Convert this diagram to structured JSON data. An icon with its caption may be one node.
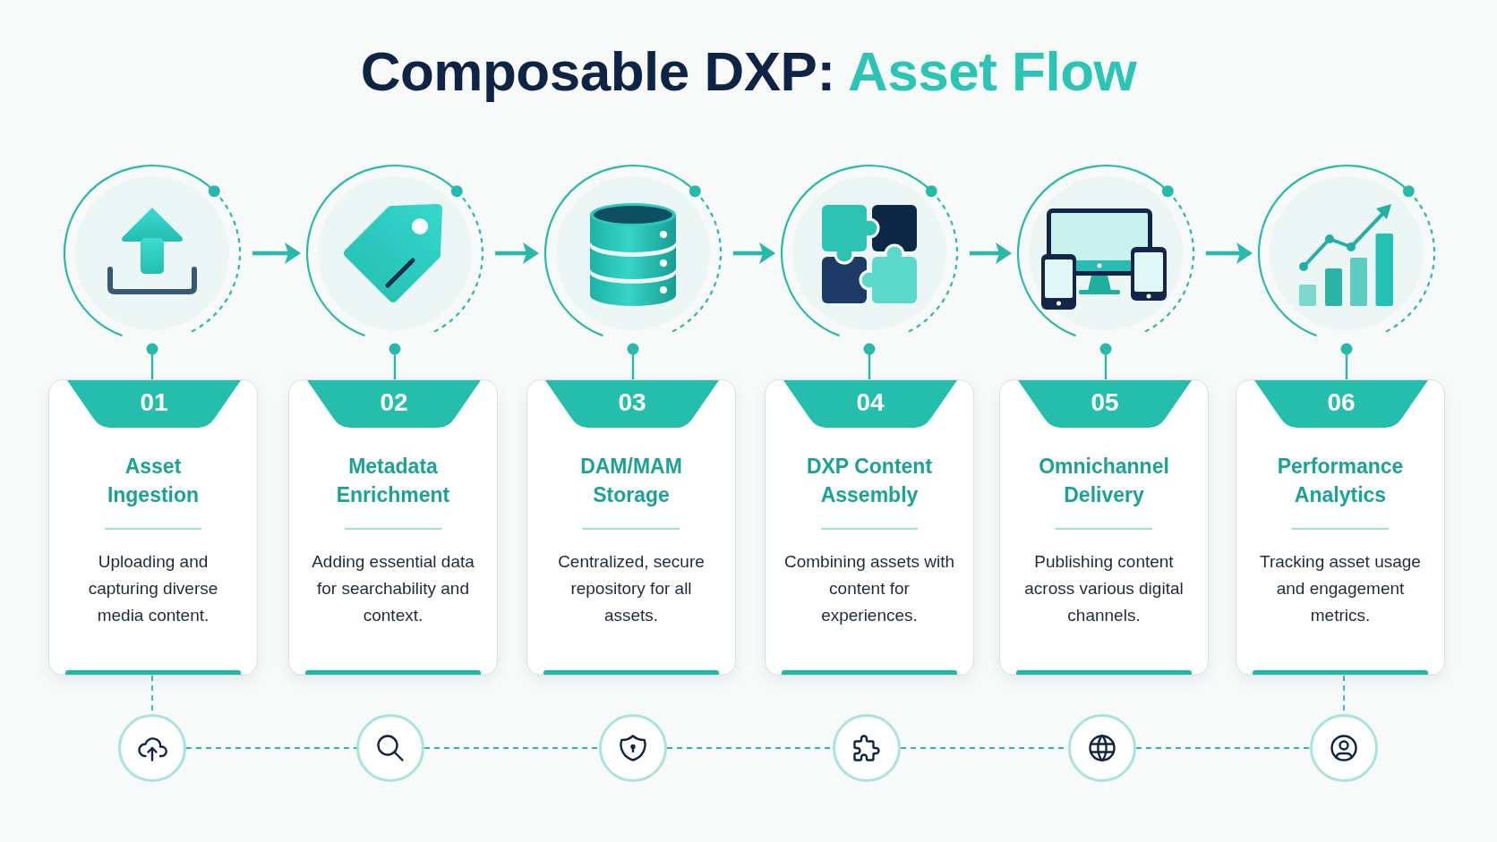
{
  "diagram": {
    "title": "Composable DXP: *Asset Flow*",
    "nodes": [
      {
        "text": [],
        "shape": "circle"
      },
      {
        "text": [],
        "shape": "circle"
      },
      {
        "text": [],
        "shape": "circle"
      },
      {
        "text": [],
        "shape": "circle"
      },
      {
        "text": [],
        "shape": "circle"
      },
      {
        "text": [],
        "shape": "circle"
      },
      {
        "text": [
          "Asset Ingestion",
          "Uploading and capturing diverse media content."
        ]
      },
      {
        "text": [
          "01"
        ],
        "in": 6
      },
      {
        "text": [
          "Metadata Enrichment",
          "Adding essential data for searchability and context."
        ]
      },
      {
        "text": [
          "02"
        ],
        "in": 8
      },
      {
        "text": [
          "DAM/MAM Storage",
          "Centralized, secure repository for all assets."
        ]
      },
      {
        "text": [
          "03"
        ],
        "in": 10
      },
      {
        "text": [
          "DXP Content Assembly",
          "Combining assets with content for experiences."
        ]
      },
      {
        "text": [
          "04"
        ],
        "in": 12
      },
      {
        "text": [
          "Omnichannel Delivery",
          "Publishing content across various digital channels."
        ]
      },
      {
        "text": [
          "05"
        ],
        "in": 14
      },
      {
        "text": [
          "Performance Analytics",
          "Tracking asset usage and engagement metrics."
        ]
      },
      {
        "text": [
          "06"
        ],
        "in": 16
      },
      {
        "text": [],
        "shape": "circle"
      },
      {
        "text": [],
        "shape": "circle"
      },
      {
        "text": [],
        "shape": "circle"
      },
      {
        "text": [],
        "shape": "circle"
      },
      {
        "text": [],
        "shape": "circle"
      },
      {
        "text": [],
        "shape": "circle"
      }
    ],
    "edges": [
      {
        "from": 0,
        "to": 1,
        "arrow": "to"
      },
      {
        "from": 1,
        "to": 2,
        "arrow": "to"
      },
      {
        "from": 2,
        "to": 3,
        "arrow": "to"
      },
      {
        "from": 3,
        "to": 4,
        "arrow": "to"
      },
      {
        "from": 4,
        "to": 5,
        "arrow": "to"
      },
      {
        "from": 0,
        "to": 6,
        "arrow": "other"
      },
      {
        "from": 1,
        "to": 8,
        "arrow": "other"
      },
      {
        "from": 2,
        "to": 10,
        "arrow": "other"
      },
      {
        "from": 3,
        "to": 12,
        "arrow": "other"
      },
      {
        "from": 4,
        "to": 14,
        "arrow": "other"
      },
      {
        "from": 5,
        "to": 16,
        "arrow": "other"
      },
      {
        "from": 6,
        "to": 18,
        "arrow": "none",
        "style": "dashed"
      },
      {
        "from": 18,
        "to": 19,
        "arrow": "none",
        "style": "dashed"
      },
      {
        "from": 19,
        "to": 20,
        "arrow": "none",
        "style": "dashed"
      },
      {
        "from": 20,
        "to": 21,
        "arrow": "none",
        "style": "dashed"
      },
      {
        "from": 21,
        "to": 22,
        "arrow": "none",
        "style": "dashed"
      },
      {
        "from": 22,
        "to": 23,
        "arrow": "none",
        "style": "dashed"
      },
      {
        "from": 16,
        "to": 23,
        "arrow": "none",
        "style": "dashed"
      }
    ]
  }
}
